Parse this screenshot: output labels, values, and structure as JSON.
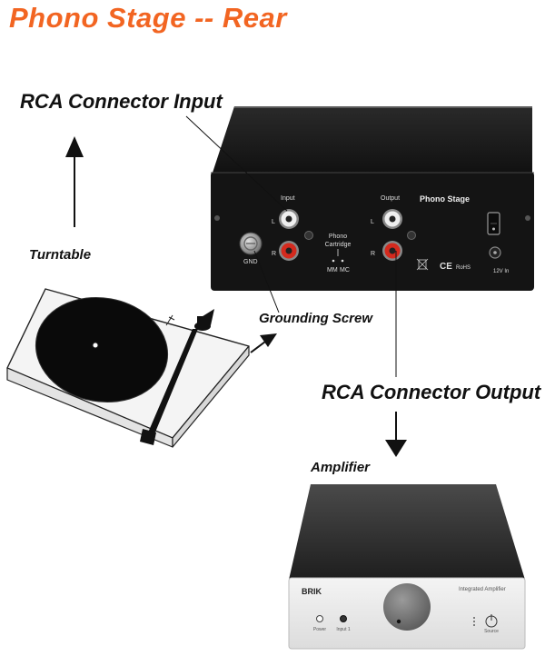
{
  "title": "Phono Stage -- Rear",
  "colors": {
    "title": "#f26522",
    "text": "#111111",
    "device": "#1a1a1a",
    "rca_red": "#d42a1e",
    "rca_white": "#eeeeee"
  },
  "labels": {
    "rca_input": "RCA Connector Input",
    "turntable": "Turntable",
    "grounding_screw": "Grounding Screw",
    "rca_output": "RCA Connector Output",
    "amplifier": "Amplifier"
  },
  "phono_panel": {
    "input": "Input",
    "output": "Output",
    "brand": "Phono Stage",
    "left": "L",
    "right": "R",
    "gnd": "GND",
    "cartridge_line1": "Phono",
    "cartridge_line2": "Cartridge",
    "mm": "MM",
    "mc": "MC",
    "ce": "CE",
    "rohs": "RoHS",
    "power_in": "12V In"
  },
  "amplifier_panel": {
    "brand": "BRIK",
    "model": "Integrated Amplifier",
    "power": "Power",
    "input": "Input 1",
    "source": "Source"
  },
  "icons": [
    "arrow-up-icon",
    "arrow-down-icon",
    "arrow-right-icon",
    "power-switch-icon",
    "recycle-bin-icon"
  ]
}
